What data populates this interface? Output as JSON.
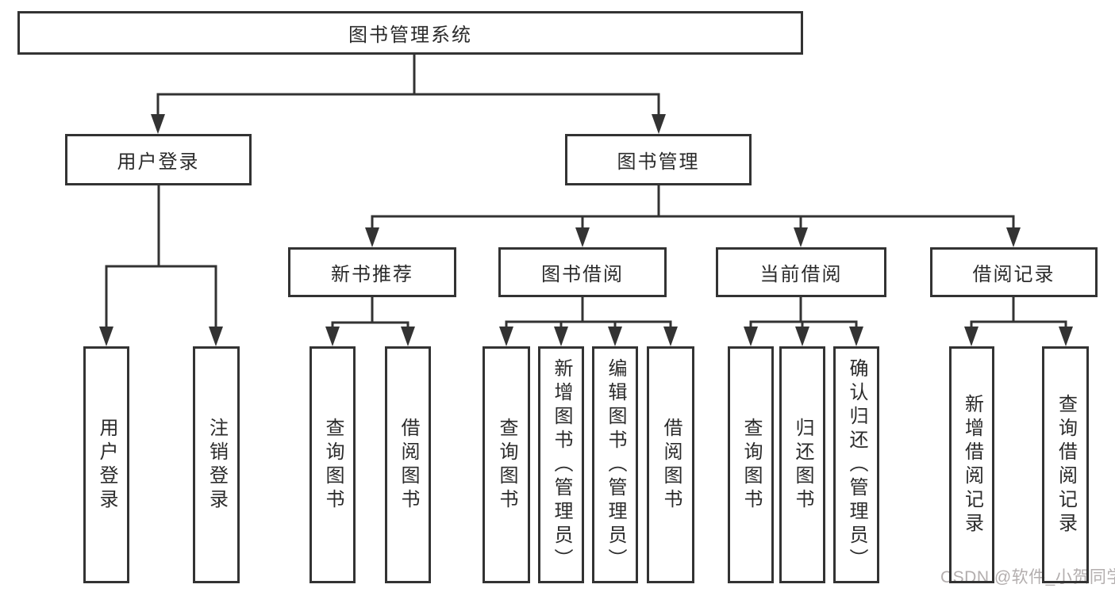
{
  "diagram": {
    "root": {
      "label": "图书管理系统"
    },
    "level2": [
      {
        "id": "user-login-module",
        "label": "用户登录"
      },
      {
        "id": "book-management-module",
        "label": "图书管理"
      }
    ],
    "level3": [
      {
        "id": "new-book-recommend",
        "label": "新书推荐"
      },
      {
        "id": "book-borrowing",
        "label": "图书借阅"
      },
      {
        "id": "current-borrowing",
        "label": "当前借阅"
      },
      {
        "id": "borrowing-records",
        "label": "借阅记录"
      }
    ],
    "leaves": [
      {
        "parent": "用户登录",
        "label": "用户登录"
      },
      {
        "parent": "用户登录",
        "label": "注销登录"
      },
      {
        "parent": "新书推荐",
        "label": "查询图书"
      },
      {
        "parent": "新书推荐",
        "label": "借阅图书"
      },
      {
        "parent": "图书借阅",
        "label": "查询图书"
      },
      {
        "parent": "图书借阅",
        "label": "新增图书（管理员）"
      },
      {
        "parent": "图书借阅",
        "label": "编辑图书（管理员）"
      },
      {
        "parent": "图书借阅",
        "label": "借阅图书"
      },
      {
        "parent": "当前借阅",
        "label": "查询图书"
      },
      {
        "parent": "当前借阅",
        "label": "归还图书"
      },
      {
        "parent": "当前借阅",
        "label": "确认归还（管理员）"
      },
      {
        "parent": "借阅记录",
        "label": "新增借阅记录"
      },
      {
        "parent": "借阅记录",
        "label": "查询借阅记录"
      }
    ]
  },
  "watermark": {
    "text": "CSDN @软件_小贺同学"
  },
  "colors": {
    "line": "#333333",
    "box_border": "#333333",
    "text": "#2b2b2b",
    "background": "#ffffff",
    "watermark_color": "#b3aeae"
  }
}
